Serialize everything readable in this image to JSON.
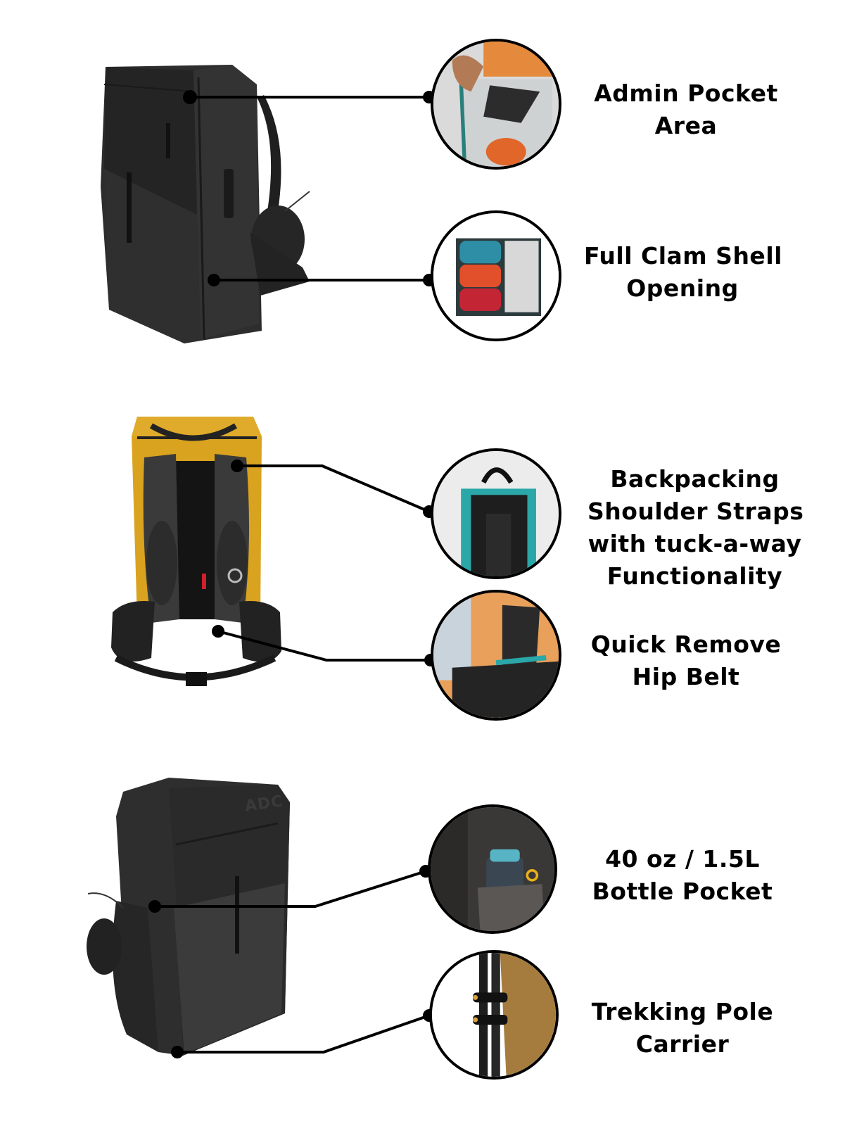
{
  "sections": [
    {
      "id": "top",
      "product_view": "black backpack, front three-quarter view",
      "callouts": [
        {
          "label_lines": [
            "Admin Pocket",
            "Area"
          ],
          "icon": "admin-pocket-photo"
        },
        {
          "label_lines": [
            "Full Clam Shell",
            "Opening"
          ],
          "icon": "clam-shell-photo"
        }
      ]
    },
    {
      "id": "middle",
      "product_view": "yellow backpack, rear harness view",
      "callouts": [
        {
          "label_lines": [
            "Backpacking",
            "Shoulder Straps",
            "with tuck-a-way",
            "Functionality"
          ],
          "icon": "shoulder-straps-photo"
        },
        {
          "label_lines": [
            "Quick Remove",
            "Hip Belt"
          ],
          "icon": "hip-belt-photo"
        }
      ]
    },
    {
      "id": "bottom",
      "product_view": "black backpack, side three-quarter view",
      "logo_text": "ADC",
      "callouts": [
        {
          "label_lines": [
            "40 oz / 1.5L",
            "Bottle Pocket"
          ],
          "icon": "bottle-pocket-photo"
        },
        {
          "label_lines": [
            "Trekking Pole",
            "Carrier"
          ],
          "icon": "trekking-pole-photo"
        }
      ]
    }
  ],
  "colors": {
    "line": "#000000",
    "pack_black": "#2b2b2b",
    "pack_yellow": "#d9a21f",
    "teal": "#2fa3a8",
    "orange": "#e3622d",
    "red": "#c8283a",
    "coyote": "#a57c3e"
  }
}
